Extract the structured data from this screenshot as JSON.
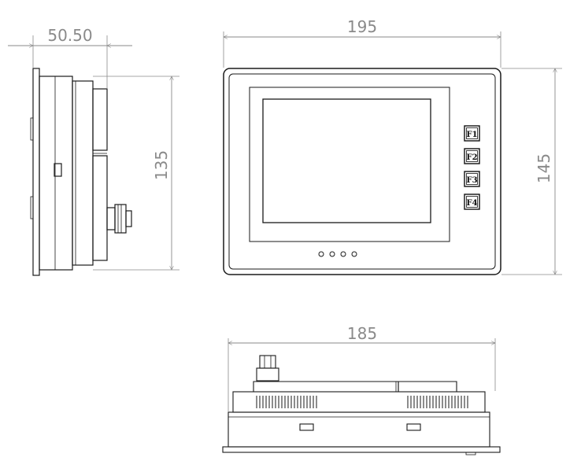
{
  "dimensions": {
    "depth": "50.50",
    "front_width": "195",
    "front_height": "145",
    "side_height": "135",
    "bottom_width": "185"
  },
  "function_keys": [
    "F1",
    "F2",
    "F3",
    "F4"
  ],
  "colors": {
    "line": "#1a1a1a",
    "dimension": "#8a8a8a",
    "background": "#ffffff"
  }
}
